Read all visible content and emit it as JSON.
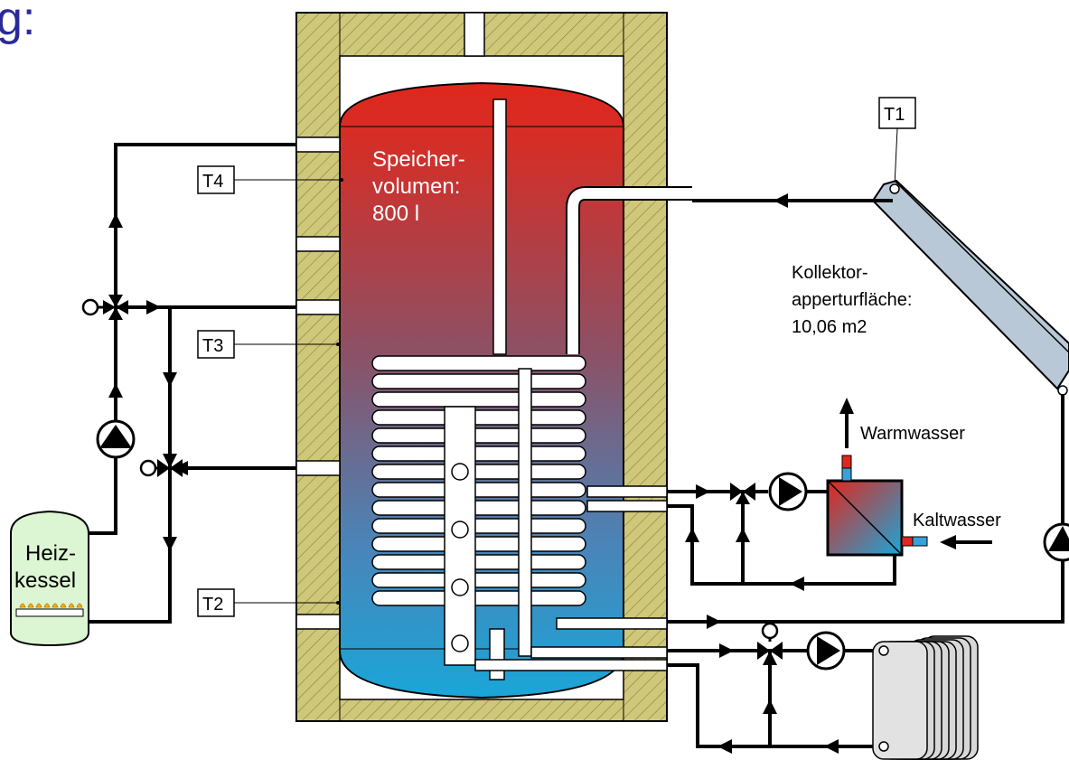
{
  "title_fragment": "g:",
  "tank": {
    "label_line1": "Speicher-",
    "label_line2": "volumen:",
    "label_line3": "800 l"
  },
  "sensors": {
    "t1": "T1",
    "t2": "T2",
    "t3": "T3",
    "t4": "T4"
  },
  "collector": {
    "label_line1": "Kollektor-",
    "label_line2": "apperturfläche:",
    "label_line3": "10,06 m2"
  },
  "boiler": {
    "label_line1": "Heiz-",
    "label_line2": "kessel"
  },
  "hot_water_label": "Warmwasser",
  "cold_water_label": "Kaltwasser",
  "colors": {
    "tank_top": "#e0271c",
    "tank_mid": "#7a5a7a",
    "tank_bottom": "#1aa6d8",
    "insulation": "#cfc77a",
    "boiler_fill": "#dcf5d2",
    "collector_fill": "#b8c8d6",
    "radiator_fill": "#d8d8d8",
    "title_color": "#2a2a9a"
  }
}
